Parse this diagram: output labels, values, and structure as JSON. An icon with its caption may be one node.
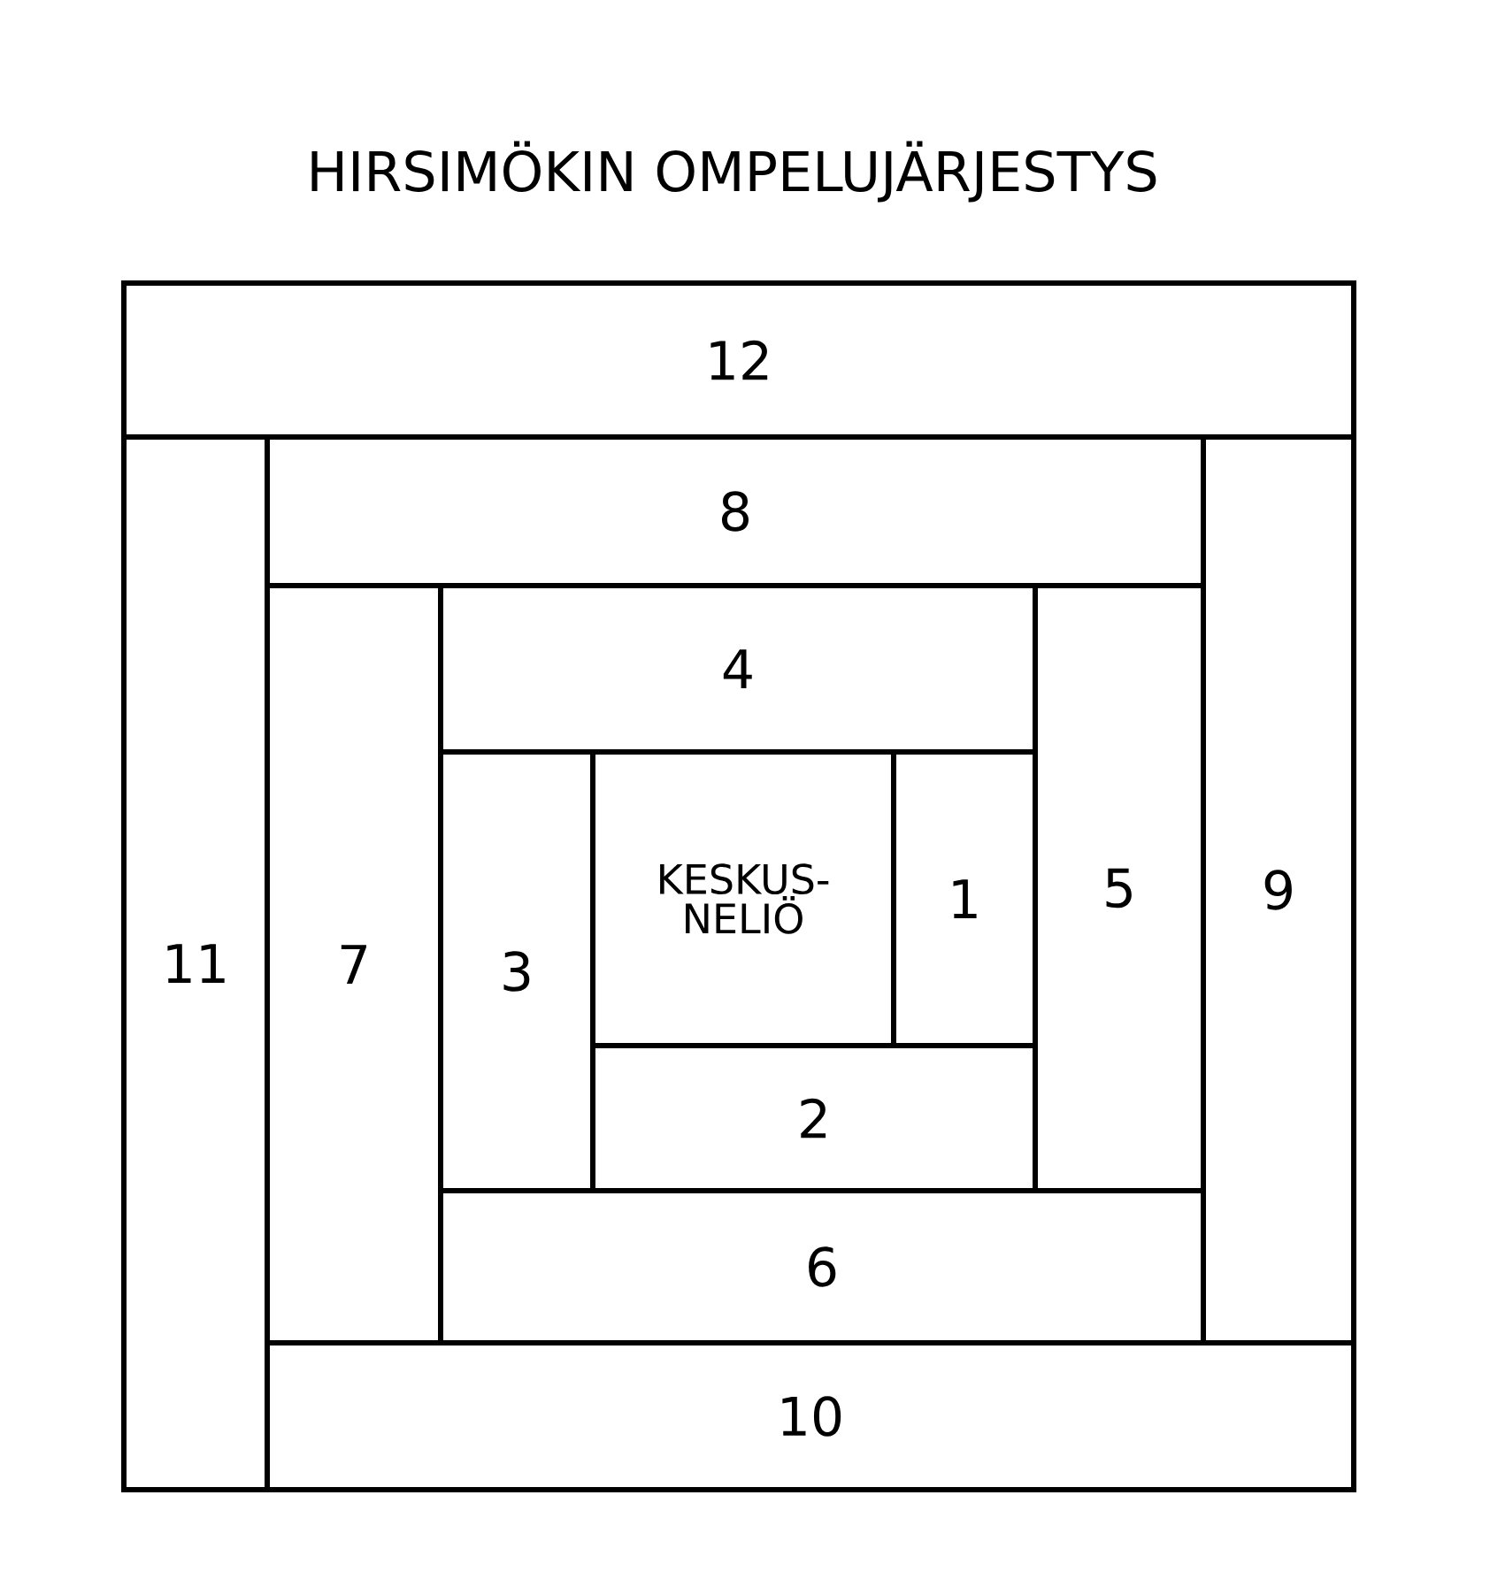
{
  "diagram": {
    "title": "HIRSIMÖKIN OMPELUJÄRJESTYS",
    "nodes": [
      {
        "text": [
          "12"
        ]
      },
      {
        "text": [
          "11"
        ]
      },
      {
        "text": [
          "8"
        ]
      },
      {
        "text": [
          "9"
        ]
      },
      {
        "text": [
          "7"
        ]
      },
      {
        "text": [
          "4"
        ]
      },
      {
        "text": [
          "5"
        ]
      },
      {
        "text": [
          "3"
        ]
      },
      {
        "text": [
          "KESKUS- NELIÖ"
        ]
      },
      {
        "text": [
          "1"
        ]
      },
      {
        "text": [
          "2"
        ]
      },
      {
        "text": [
          "6"
        ]
      },
      {
        "text": [
          "10"
        ]
      }
    ]
  }
}
